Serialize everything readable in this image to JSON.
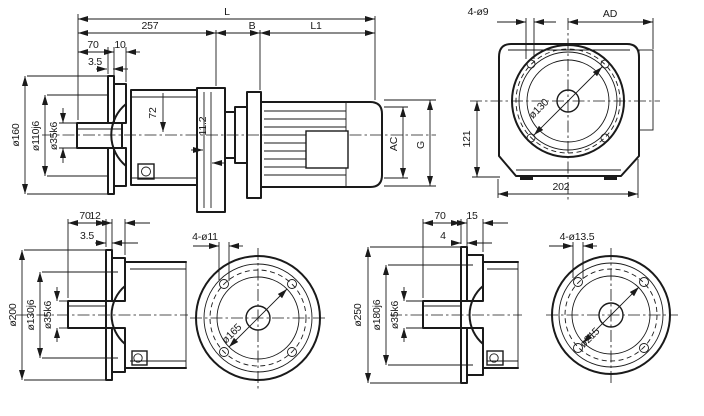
{
  "drawing": {
    "bg": "#ffffff",
    "ink": "#1a1a1a",
    "views": {
      "side_main": {
        "dims": {
          "L": "L",
          "l257": "257",
          "B": "B",
          "L1": "L1",
          "shaft_len": "70",
          "lip_w": "10",
          "rim_t": "3.5",
          "flange_od": "ø160",
          "spigot_d": "ø110j6",
          "shaft_d": "ø35k6",
          "case_h": "72",
          "gap": "11.2",
          "AC": "AC",
          "G": "G"
        }
      },
      "front_main": {
        "dims": {
          "holes": "4-ø9",
          "AD": "AD",
          "bolt_circle": "ø130",
          "center_to_base": "121",
          "case_w": "202"
        }
      },
      "flange_small_side": {
        "dims": {
          "shaft_len": "70",
          "lip_w": "12",
          "rim_t": "3.5",
          "flange_od": "ø200",
          "spigot_d": "ø130j6",
          "shaft_d": "ø35k6"
        }
      },
      "flange_small_front": {
        "dims": {
          "holes": "4-ø11",
          "bolt_circle": "ø165"
        }
      },
      "flange_large_side": {
        "dims": {
          "shaft_len": "70",
          "lip_w": "15",
          "rim_t": "4",
          "flange_od": "ø250",
          "spigot_d": "ø180j6",
          "shaft_d": "ø35k6"
        }
      },
      "flange_large_front": {
        "dims": {
          "holes": "4-ø13.5",
          "bolt_circle": "ø215"
        }
      }
    }
  }
}
